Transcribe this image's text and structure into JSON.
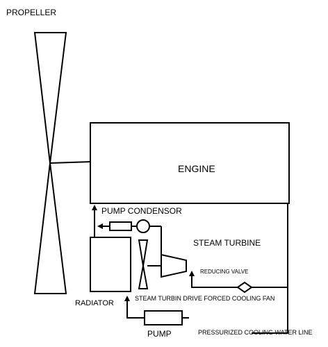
{
  "labels": {
    "propeller": "PROPELLER",
    "engine": "ENGINE",
    "pump_condensor": "PUMP CONDENSOR",
    "steam_turbine": "STEAM TURBINE",
    "reducing_valve": "REDUCING VALVE",
    "radiator": "RADIATOR",
    "fan_drive": "STEAM TURBIN DRIVE FORCED COOLING FAN",
    "pump": "PUMP",
    "pressurized_line": "PRESSURIZED COOLING WATER LINE"
  },
  "colors": {
    "line": "#000000",
    "background": "#ffffff"
  }
}
